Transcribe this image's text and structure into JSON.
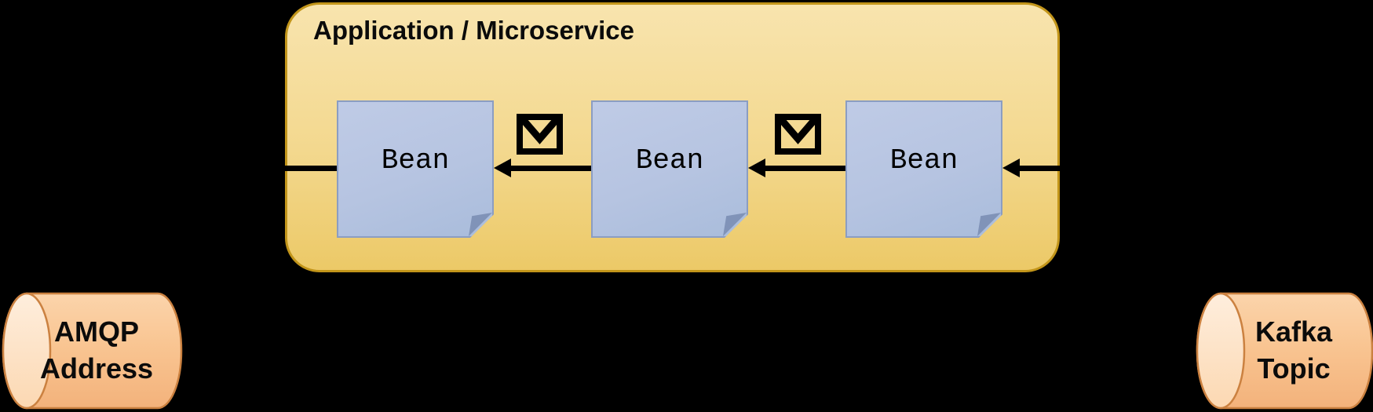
{
  "app": {
    "title": "Application / Microservice",
    "beans": [
      {
        "label": "Bean"
      },
      {
        "label": "Bean"
      },
      {
        "label": "Bean"
      }
    ]
  },
  "endpoints": {
    "amqp": {
      "line1": "AMQP",
      "line2": "Address"
    },
    "kafka": {
      "line1": "Kafka",
      "line2": "Topic"
    }
  },
  "icons": {
    "envelope": "envelope-message-icon",
    "arrowhead": "left-arrowhead-icon",
    "amqp_cylinder": "amqp-queue-cylinder-icon",
    "kafka_cylinder": "kafka-topic-cylinder-icon"
  },
  "colors": {
    "background": "#000000",
    "container_fill_top": "#f8e4ae",
    "container_fill_bottom": "#ecc967",
    "container_border": "#c2951a",
    "bean_fill": "#b6c4e1",
    "bean_border": "#8b9dc2",
    "bean_fold": "#8093b8",
    "cylinder_fill": "#f9c592",
    "cylinder_cap_fill": "#fde3c6",
    "cylinder_border": "#cb8140",
    "arrow": "#000000",
    "text": "#000000"
  }
}
